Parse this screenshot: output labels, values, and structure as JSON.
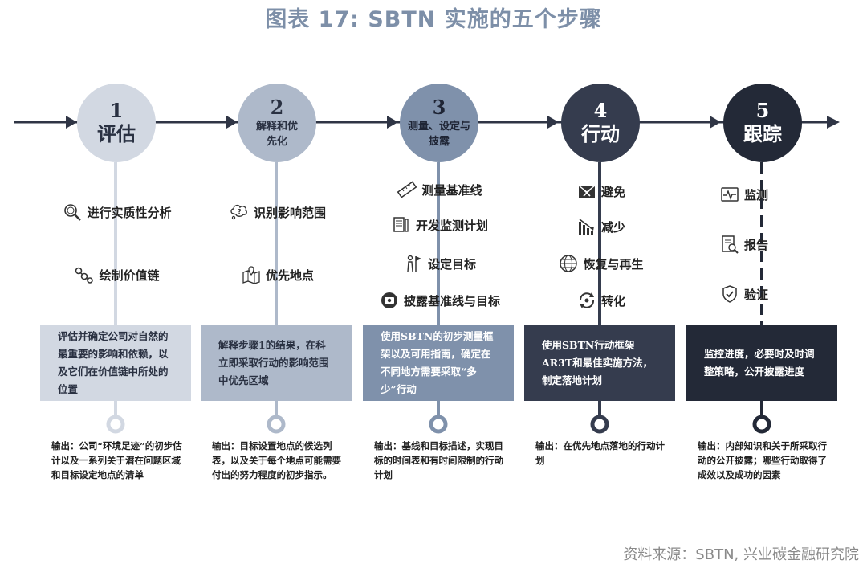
{
  "title": "图表 17: SBTN 实施的五个步骤",
  "source": "资料来源：SBTN, 兴业碳金融研究院",
  "output_label": "输出：",
  "steps": [
    {
      "number": "1",
      "label": "评估",
      "color": "#d2d8e2",
      "text_color": "#2a3142",
      "items": [
        {
          "icon": "magnifier-chart-icon",
          "text": "进行实质性分析"
        },
        {
          "icon": "value-chain-icon",
          "text": "绘制价值链"
        }
      ],
      "description": "评估并确定公司对自然的最重要的影响和依赖，以及它们在价值链中所处的位置",
      "output": "公司“环境足迹”的初步估计以及一系列关于潜在问题区域和目标设定地点的清单"
    },
    {
      "number": "2",
      "label": "解释和优先化",
      "color": "#aeb9ca",
      "text_color": "#2a3142",
      "items": [
        {
          "icon": "thought-bubble-icon",
          "text": "识别影响范围"
        },
        {
          "icon": "map-pin-icon",
          "text": "优先地点"
        }
      ],
      "description": "解释步骤1的结果，在科立即采取行动的影响范围中优先区域",
      "output": "目标设置地点的候选列表，以及关于每个地点可能需要付出的努力程度的初步指示。"
    },
    {
      "number": "3",
      "label": "测量、设定与披露",
      "color": "#7f91ab",
      "text_color": "#1f2535",
      "items": [
        {
          "icon": "ruler-icon",
          "text": "测量基准线"
        },
        {
          "icon": "plan-document-icon",
          "text": "开发监测计划"
        },
        {
          "icon": "target-flag-icon",
          "text": "设定目标"
        },
        {
          "icon": "disclosure-icon",
          "text": "披露基准线与目标"
        }
      ],
      "description": "使用SBTN的初步测量框架以及可用指南，确定在不同地方需要采取“多少”行动",
      "output": "基线和目标描述，实现目标的时间表和有时间限制的行动计划"
    },
    {
      "number": "4",
      "label": "行动",
      "color": "#353c4e",
      "text_color": "#ffffff",
      "items": [
        {
          "icon": "avoid-mail-icon",
          "text": "避免"
        },
        {
          "icon": "decrease-chart-icon",
          "text": "减少"
        },
        {
          "icon": "globe-icon",
          "text": "恢复与再生"
        },
        {
          "icon": "transform-cycle-icon",
          "text": "转化"
        }
      ],
      "description": "使用SBTN行动框架AR3T和最佳实施方法，制定落地计划",
      "output": "在优先地点落地的行动计划"
    },
    {
      "number": "5",
      "label": "跟踪",
      "color": "#232937",
      "text_color": "#ffffff",
      "items": [
        {
          "icon": "monitor-pulse-icon",
          "text": "监测"
        },
        {
          "icon": "report-icon",
          "text": "报告"
        },
        {
          "icon": "verify-shield-icon",
          "text": "验证"
        }
      ],
      "description": "监控进度，必要时及时调整策略，公开披露进度",
      "output": "内部知识和关于所采取行动的公开披露；哪些行动取得了成效以及成功的因素"
    }
  ]
}
